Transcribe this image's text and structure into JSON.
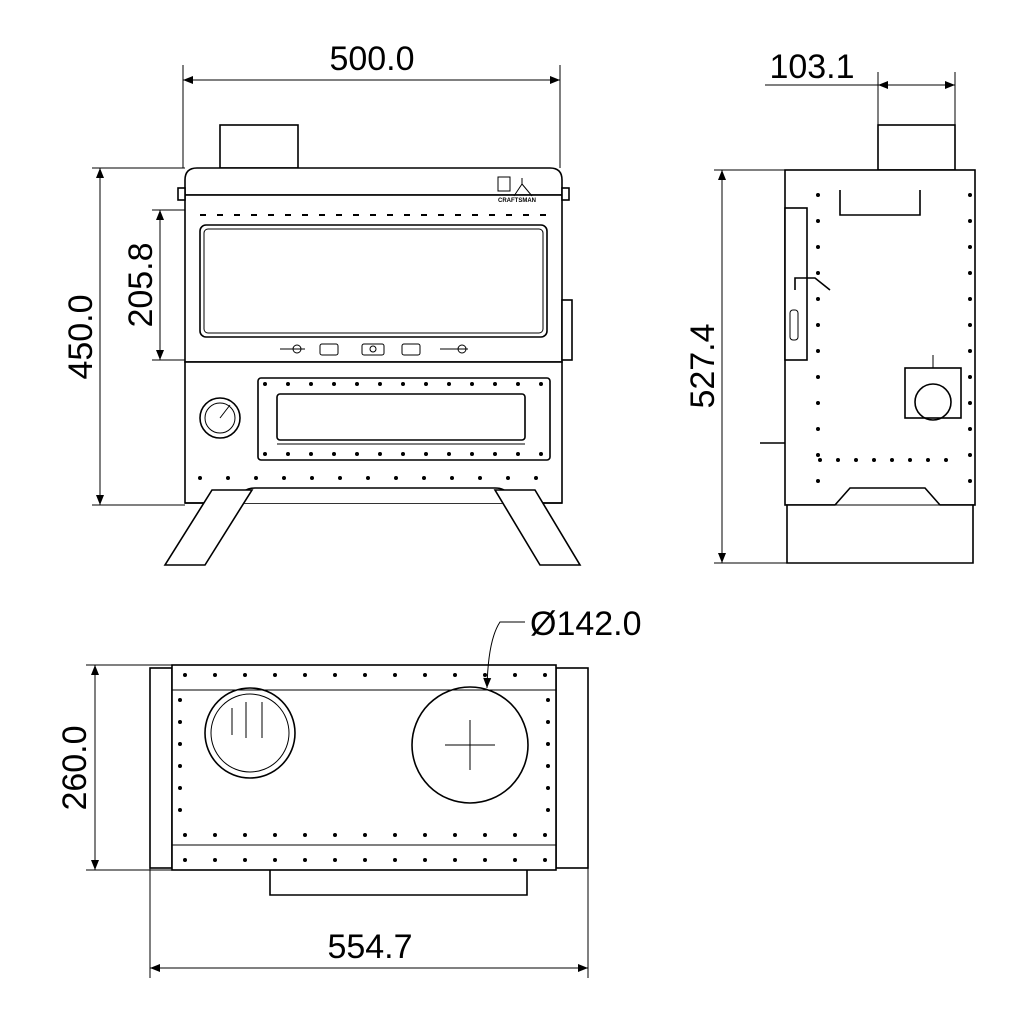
{
  "logo": {
    "brand": "CRAFTSMAN"
  },
  "dimensions": {
    "front_width": "500.0",
    "front_height": "450.0",
    "window_height": "205.8",
    "chimney_width": "103.1",
    "side_height": "527.4",
    "top_depth": "260.0",
    "top_width": "554.7",
    "flue_diameter": "Ø142.0"
  }
}
